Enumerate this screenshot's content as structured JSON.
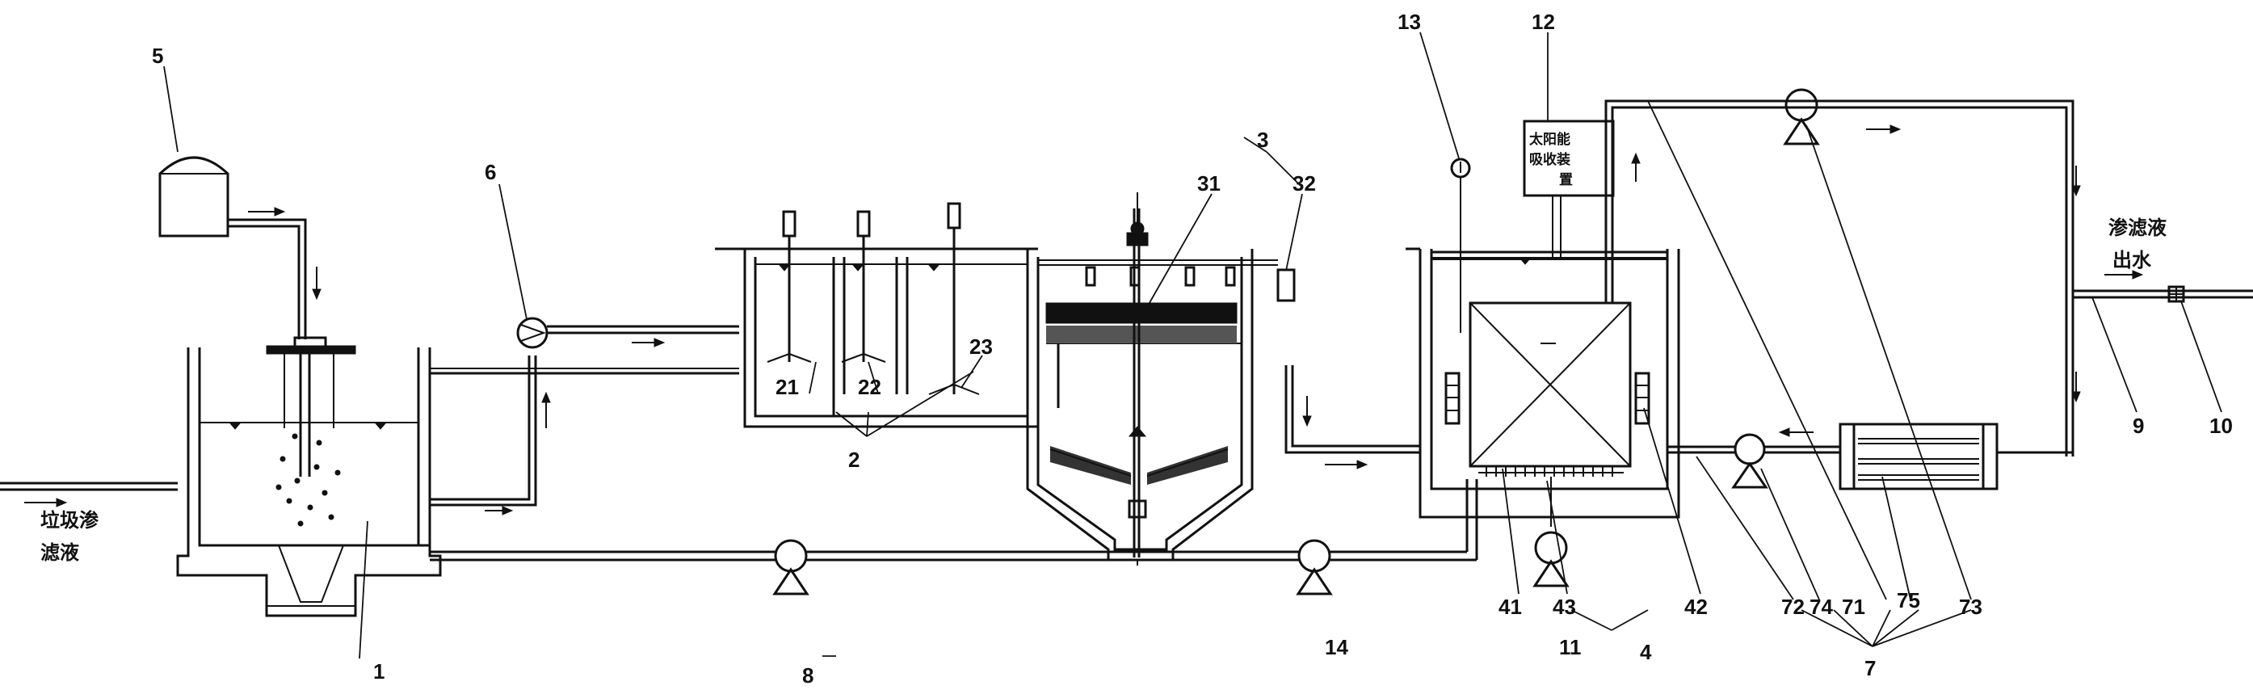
{
  "labels": {
    "inlet": [
      "垃圾渗",
      "滤液"
    ],
    "outlet": [
      "渗滤液",
      "出水"
    ],
    "solar_box": [
      "太阳能",
      "吸收装",
      "置"
    ]
  },
  "numbers": {
    "n1": "1",
    "n2": "2",
    "n3": "3",
    "n4": "4",
    "n5": "5",
    "n6": "6",
    "n7": "7",
    "n8": "8",
    "n9": "9",
    "n10": "10",
    "n11": "11",
    "n12": "12",
    "n13": "13",
    "n14": "14",
    "n21": "21",
    "n22": "22",
    "n23": "23",
    "n31": "31",
    "n32": "32",
    "n41": "41",
    "n42": "42",
    "n43": "43",
    "n71": "71",
    "n72": "72",
    "n73": "73",
    "n74": "74",
    "n75": "75"
  }
}
